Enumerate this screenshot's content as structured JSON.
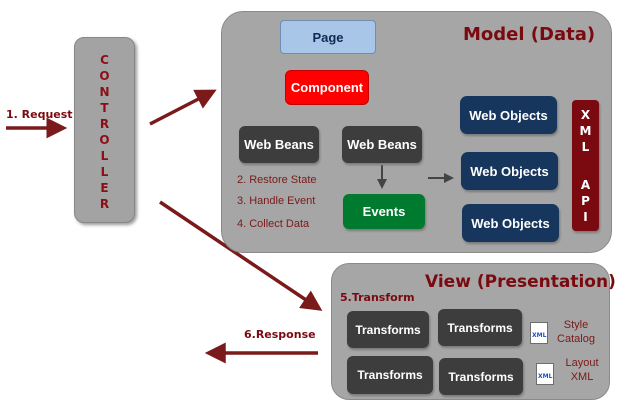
{
  "controller": {
    "letters": [
      "C",
      "O",
      "N",
      "T",
      "R",
      "O",
      "L",
      "L",
      "E",
      "R"
    ]
  },
  "labels": {
    "request": "1. Request",
    "response": "6.Response",
    "transform": "5.Transform"
  },
  "model": {
    "title": "Model (Data)",
    "page": "Page",
    "component": "Component",
    "web_beans": [
      "Web Beans",
      "Web Beans"
    ],
    "events": "Events",
    "steps": [
      "2. Restore State",
      "3. Handle Event",
      "4. Collect Data"
    ],
    "web_objects": [
      "Web Objects",
      "Web Objects",
      "Web Objects"
    ],
    "xml_api": {
      "letters": [
        "X",
        "M",
        "L",
        "A",
        "P",
        "I"
      ]
    }
  },
  "view": {
    "title": "View (Presentation)",
    "transforms": [
      "Transforms",
      "Transforms",
      "Transforms",
      "Transforms"
    ],
    "style_catalog": [
      "Style",
      "Catalog"
    ],
    "layout_xml": [
      "Layout",
      "XML"
    ],
    "icon_text": "XML"
  },
  "colors": {
    "accent_maroon": "#7a0a10",
    "arrow": "#7b1a1a",
    "panel_gray": "#a6a6a6",
    "page_blue": "#a7c6e8",
    "component_red": "#ff0000",
    "events_green": "#007a2e",
    "web_objects_navy": "#17365d",
    "xml_api_maroon": "#7a0a10"
  }
}
